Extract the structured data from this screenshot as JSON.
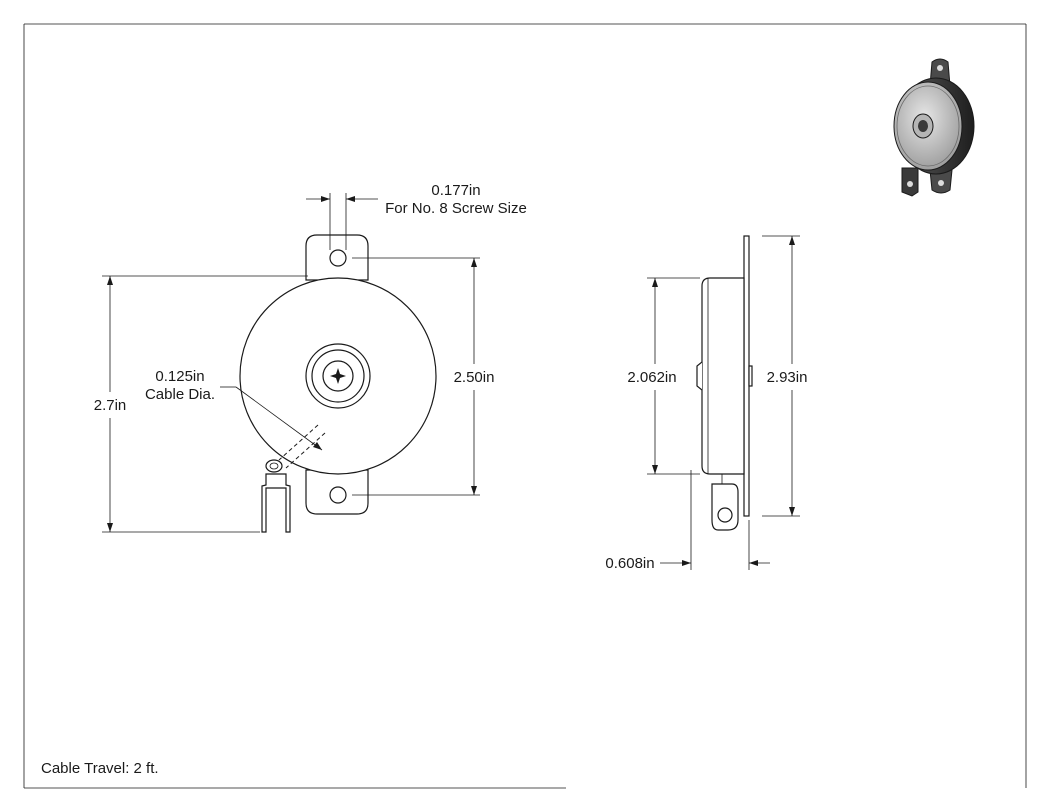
{
  "dimensions": {
    "hole_dia": "0.177in",
    "screw_size": "For No. 8 Screw Size",
    "cable_dia_value": "0.125in",
    "cable_dia_label": "Cable Dia.",
    "overall_height": "2.7in",
    "body_height": "2.50in",
    "side_body_height": "2.062in",
    "side_total_height": "2.93in",
    "depth": "0.608in"
  },
  "notes": {
    "cable_travel": "Cable Travel: 2 ft."
  },
  "colors": {
    "line": "#1a1a1a",
    "background": "#ffffff",
    "iso_dark": "#3a3a3a",
    "iso_face": "#d4d4d4"
  }
}
